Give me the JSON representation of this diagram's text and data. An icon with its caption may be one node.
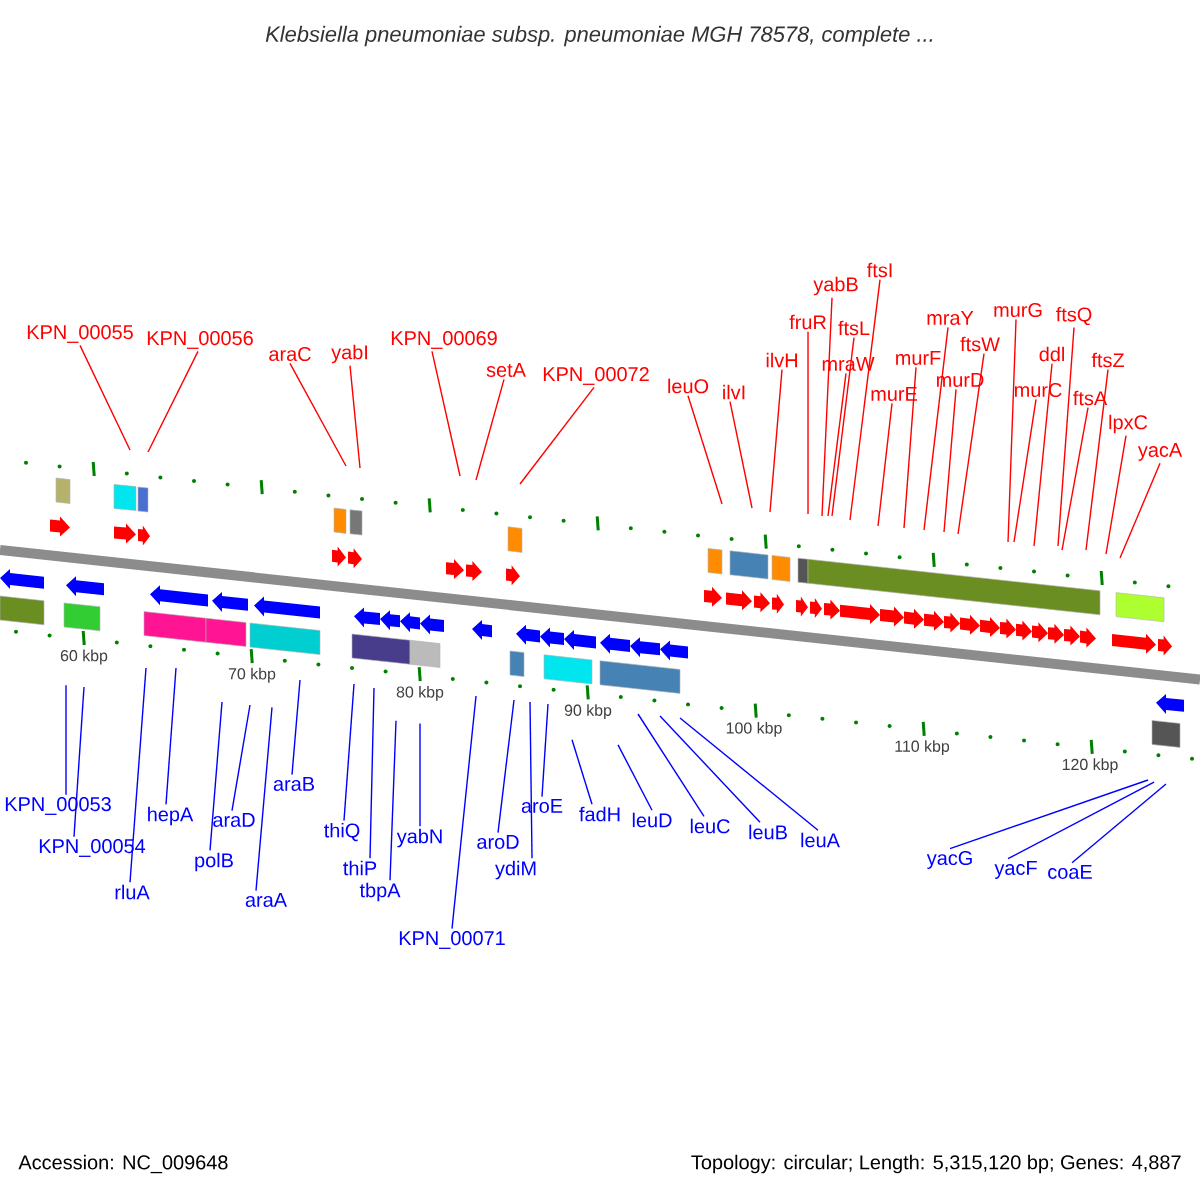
{
  "diagram": {
    "title": "Klebsiella pneumoniae subsp. pneumoniae MGH 78578, complete ...",
    "nodes": [
      {
        "text": [
          "KPN_00055"
        ]
      },
      {
        "text": [
          "KPN_00056"
        ]
      },
      {
        "text": [
          "araC"
        ]
      },
      {
        "text": [
          "yabI"
        ]
      },
      {
        "text": [
          "KPN_00069"
        ]
      },
      {
        "text": [
          "setA"
        ]
      },
      {
        "text": [
          "KPN_00072"
        ]
      },
      {
        "text": [
          "leuO"
        ]
      },
      {
        "text": [
          "ilvI"
        ]
      },
      {
        "text": [
          "ilvH"
        ]
      },
      {
        "text": [
          "fruR"
        ]
      },
      {
        "text": [
          "yabB"
        ]
      },
      {
        "text": [
          "mraW"
        ]
      },
      {
        "text": [
          "ftsL"
        ]
      },
      {
        "text": [
          "ftsI"
        ]
      },
      {
        "text": [
          "murE"
        ]
      },
      {
        "text": [
          "murF"
        ]
      },
      {
        "text": [
          "mraY"
        ]
      },
      {
        "text": [
          "murD"
        ]
      },
      {
        "text": [
          "ftsW"
        ]
      },
      {
        "text": [
          "murG"
        ]
      },
      {
        "text": [
          "murC"
        ]
      },
      {
        "text": [
          "ftsQ"
        ]
      },
      {
        "text": [
          "ddl"
        ]
      },
      {
        "text": [
          "ftsZ"
        ]
      },
      {
        "text": [
          "ftsA"
        ]
      },
      {
        "text": [
          "lpxC"
        ]
      },
      {
        "text": [
          "yacA"
        ]
      },
      {
        "text": [
          "KPN_00053"
        ]
      },
      {
        "text": [
          "KPN_00054"
        ]
      },
      {
        "text": [
          "rluA"
        ]
      },
      {
        "text": [
          "hepA"
        ]
      },
      {
        "text": [
          "polB"
        ]
      },
      {
        "text": [
          "araD"
        ]
      },
      {
        "text": [
          "araA"
        ]
      },
      {
        "text": [
          "araB"
        ]
      },
      {
        "text": [
          "thiQ"
        ]
      },
      {
        "text": [
          "thiP"
        ]
      },
      {
        "text": [
          "tbpA"
        ]
      },
      {
        "text": [
          "yabN"
        ]
      },
      {
        "text": [
          "KPN_00071"
        ]
      },
      {
        "text": [
          "aroD"
        ]
      },
      {
        "text": [
          "ydiM"
        ]
      },
      {
        "text": [
          "aroE"
        ]
      },
      {
        "text": [
          "fadH"
        ]
      },
      {
        "text": [
          "leuD"
        ]
      },
      {
        "text": [
          "leuC"
        ]
      },
      {
        "text": [
          "leuB"
        ]
      },
      {
        "text": [
          "leuA"
        ]
      },
      {
        "text": [
          "yacG"
        ]
      },
      {
        "text": [
          "yacF"
        ]
      },
      {
        "text": [
          "coaE"
        ]
      }
    ],
    "edges": [
      {
        "from": 0,
        "to": null,
        "arrow": "none"
      },
      {
        "from": 1,
        "to": null,
        "arrow": "none"
      },
      {
        "from": 2,
        "to": null,
        "arrow": "none"
      },
      {
        "from": 3,
        "to": null,
        "arrow": "none"
      },
      {
        "from": 4,
        "to": null,
        "arrow": "none"
      },
      {
        "from": 5,
        "to": null,
        "arrow": "none"
      },
      {
        "from": 6,
        "to": null,
        "arrow": "none"
      },
      {
        "from": 7,
        "to": null,
        "arrow": "none"
      },
      {
        "from": 8,
        "to": null,
        "arrow": "none"
      },
      {
        "from": 9,
        "to": null,
        "arrow": "none"
      },
      {
        "from": 10,
        "to": null,
        "arrow": "none"
      },
      {
        "from": 11,
        "to": null,
        "arrow": "none"
      },
      {
        "from": 12,
        "to": null,
        "arrow": "none"
      },
      {
        "from": 13,
        "to": null,
        "arrow": "none"
      },
      {
        "from": 14,
        "to": null,
        "arrow": "none"
      },
      {
        "from": 15,
        "to": null,
        "arrow": "none"
      },
      {
        "from": 16,
        "to": null,
        "arrow": "none"
      },
      {
        "from": 17,
        "to": null,
        "arrow": "none"
      },
      {
        "from": 18,
        "to": null,
        "arrow": "none"
      },
      {
        "from": 19,
        "to": null,
        "arrow": "none"
      },
      {
        "from": 20,
        "to": null,
        "arrow": "none"
      },
      {
        "from": 21,
        "to": null,
        "arrow": "none"
      },
      {
        "from": 22,
        "to": null,
        "arrow": "none"
      },
      {
        "from": 23,
        "to": null,
        "arrow": "none"
      },
      {
        "from": 24,
        "to": null,
        "arrow": "none"
      },
      {
        "from": 25,
        "to": null,
        "arrow": "none"
      },
      {
        "from": 26,
        "to": null,
        "arrow": "none"
      },
      {
        "from": 27,
        "to": null,
        "arrow": "none"
      },
      {
        "from": 28,
        "to": null,
        "arrow": "none",
        "color": "#0000ff"
      },
      {
        "from": 29,
        "to": null,
        "arrow": "none",
        "color": "#0000ff"
      },
      {
        "from": 30,
        "to": null,
        "arrow": "none",
        "color": "#0000ff"
      },
      {
        "from": 31,
        "to": null,
        "arrow": "none",
        "color": "#0000ff"
      },
      {
        "from": 32,
        "to": null,
        "arrow": "none",
        "color": "#0000ff"
      },
      {
        "from": 33,
        "to": null,
        "arrow": "none",
        "color": "#0000ff"
      },
      {
        "from": 34,
        "to": null,
        "arrow": "none",
        "color": "#0000ff"
      },
      {
        "from": 35,
        "to": null,
        "arrow": "none",
        "color": "#0000ff"
      },
      {
        "from": 36,
        "to": null,
        "arrow": "none",
        "color": "#0000ff"
      },
      {
        "from": 37,
        "to": null,
        "arrow": "none",
        "color": "#0000ff"
      },
      {
        "from": 38,
        "to": null,
        "arrow": "none",
        "color": "#0000ff"
      },
      {
        "from": 39,
        "to": null,
        "arrow": "none",
        "color": "#0000ff"
      },
      {
        "from": 40,
        "to": null,
        "arrow": "none",
        "color": "#0000ff"
      },
      {
        "from": 41,
        "to": null,
        "arrow": "none",
        "color": "#0000ff"
      },
      {
        "from": 42,
        "to": null,
        "arrow": "none",
        "color": "#0000ff"
      },
      {
        "from": 43,
        "to": null,
        "arrow": "none",
        "color": "#0000ff"
      },
      {
        "from": 44,
        "to": null,
        "arrow": "none",
        "color": "#0000ff"
      },
      {
        "from": 45,
        "to": null,
        "arrow": "none",
        "color": "#0000ff"
      },
      {
        "from": 46,
        "to": null,
        "arrow": "none",
        "color": "#0000ff"
      },
      {
        "from": 47,
        "to": null,
        "arrow": "none",
        "color": "#0000ff"
      },
      {
        "from": 48,
        "to": null,
        "arrow": "none",
        "color": "#0000ff"
      },
      {
        "from": 49,
        "to": null,
        "arrow": "none",
        "color": "#0000ff"
      },
      {
        "from": 50,
        "to": null,
        "arrow": "none",
        "color": "#0000ff"
      },
      {
        "from": 51,
        "to": null,
        "arrow": "none",
        "color": "#0000ff"
      }
    ],
    "labels": [
      "60 kbp",
      "70 kbp",
      "80 kbp",
      "90 kbp",
      "100 kbp",
      "110 kbp",
      "120 kbp",
      "Accession: NC_009648",
      "Topology: circular; Length: 5,315,120 bp; Genes: 4,887"
    ]
  }
}
